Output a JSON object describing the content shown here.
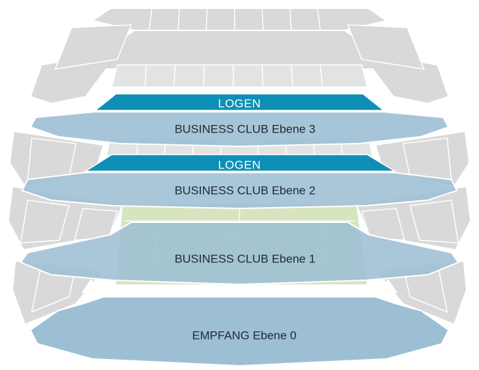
{
  "levels": {
    "logen_top": "LOGEN",
    "business_club_3": "BUSINESS CLUB Ebene 3",
    "logen_mid": "LOGEN",
    "business_club_2": "BUSINESS CLUB Ebene 2",
    "business_club_1": "BUSINESS CLUB Ebene 1",
    "empfang_0": "EMPFANG Ebene 0"
  },
  "colors": {
    "stand_fill": "#d9d9d9",
    "stand_line": "#ffffff",
    "club_fill": "#9dbfd4",
    "logen_fill": "#0f8fb5",
    "pitch_green": "#d6e5c0",
    "pitch_lines": "#ffffff"
  }
}
